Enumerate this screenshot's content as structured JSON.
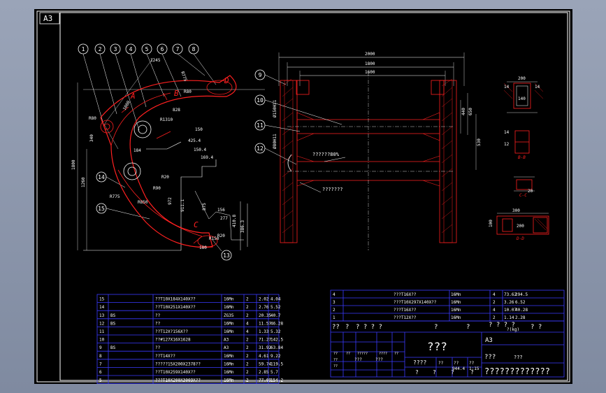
{
  "sheet": {
    "format": "A3"
  },
  "balloons": [
    "1",
    "2",
    "3",
    "4",
    "5",
    "6",
    "7",
    "8",
    "9",
    "10",
    "11",
    "12",
    "13",
    "14",
    "15"
  ],
  "section_letters": [
    "A",
    "B",
    "D",
    "C"
  ],
  "left_view_dims": {
    "d1": "1245",
    "d2": "1000",
    "d3": "828",
    "d4": "425.4",
    "d5": "150.4",
    "d6": "169.4",
    "d7": "340",
    "d8": "184",
    "d9": "1800",
    "d10": "1260",
    "d11": "R775",
    "d12": "R850",
    "d13": "972",
    "d14": "911.1",
    "d15": "875",
    "d16": "156",
    "d17": "277",
    "d18": "410.8",
    "d19": "386.3",
    "d20": "R80",
    "d21": "180",
    "d22": "R150",
    "d23": "R20",
    "d24": "R80",
    "d25": "150",
    "d26": "R90",
    "d27": "R20",
    "d28": "R775",
    "d29": "R1310"
  },
  "front_view_dims": {
    "d1": "2000",
    "d2": "1800",
    "d3": "1600",
    "d4": "Ø150H11",
    "d5": "Ø80H11",
    "d6": "440",
    "d7": "650",
    "d8": "530"
  },
  "front_notes": {
    "n1": "??????80%",
    "n2": "???????"
  },
  "sections": {
    "s1": {
      "w": "200",
      "t1": "14",
      "t2": "14",
      "h": "140"
    },
    "s2": {
      "t1": "14",
      "t2": "12",
      "cut": "B-B"
    },
    "s3": {
      "t1": "20",
      "cut": "C-C"
    },
    "s4": {
      "w": "300",
      "h": "200",
      "t1": "100",
      "cut": "D-D"
    }
  },
  "bom_left": [
    {
      "no": "15",
      "code": "",
      "name": "??T10X184X140X??",
      "mat": "16Mn",
      "qty": "2",
      "w1": "2.02",
      "w2": "4.04"
    },
    {
      "no": "14",
      "code": "",
      "name": "??T10X251X140X??",
      "mat": "16Mn",
      "qty": "2",
      "w1": "2.76",
      "w2": "5.52"
    },
    {
      "no": "13",
      "code": "BS",
      "name": "??",
      "mat": "ZG35",
      "qty": "2",
      "w1": "20.35",
      "w2": "40.7"
    },
    {
      "no": "12",
      "code": "BS",
      "name": "??",
      "mat": "16Mn",
      "qty": "4",
      "w1": "11.57",
      "w2": "46.28"
    },
    {
      "no": "11",
      "code": "",
      "name": "??T12X?156X??",
      "mat": "16Mn",
      "qty": "4",
      "w1": "1.33",
      "w2": "5.32"
    },
    {
      "no": "10",
      "code": "",
      "name": "??#127X16X1628",
      "mat": "A3",
      "qty": "2",
      "w1": "71.27",
      "w2": "142.5"
    },
    {
      "no": "9",
      "code": "BS",
      "name": "??",
      "mat": "A3",
      "qty": "2",
      "w1": "31.92",
      "w2": "63.84"
    },
    {
      "no": "8",
      "code": "",
      "name": "??T14X??",
      "mat": "16Mn",
      "qty": "2",
      "w1": "4.61",
      "w2": "9.22"
    },
    {
      "no": "7",
      "code": "",
      "name": "?????15X200X2378??",
      "mat": "16Mn",
      "qty": "2",
      "w1": "59.74",
      "w2": "119.5"
    },
    {
      "no": "6",
      "code": "",
      "name": "??T10X259X140X??",
      "mat": "16Mn",
      "qty": "2",
      "w1": "2.85",
      "w2": "5.7"
    },
    {
      "no": "5",
      "code": "",
      "name": "???T10X200X3009X??",
      "mat": "16Mn",
      "qty": "2",
      "w1": "77.09",
      "w2": "154.2"
    }
  ],
  "bom_right": [
    {
      "no": "4",
      "name": "???T16X??",
      "mat": "16Mn",
      "qty": "4",
      "w1": "73.62",
      "w2": "294.5"
    },
    {
      "no": "3",
      "name": "???T10X297X140X??",
      "mat": "16Mn",
      "qty": "2",
      "w1": "3.26",
      "w2": "6.52"
    },
    {
      "no": "2",
      "name": "???T16X??",
      "mat": "16Mn",
      "qty": "4",
      "w1": "10.07",
      "w2": "40.28"
    },
    {
      "no": "1",
      "name": "???T12X??",
      "mat": "16Mn",
      "qty": "2",
      "w1": "1.14",
      "w2": "2.28"
    }
  ],
  "bom_header": {
    "h_no": "??",
    "h_code": "?",
    "h_name": "? ? ? ?",
    "h_mat": "?",
    "h_qty": "?",
    "h_w": "? ? ? ?",
    "h_unit": "?(kg)",
    "h_note": "? ?"
  },
  "title_block": {
    "title": "???",
    "material": "A3",
    "scale_label": "???",
    "scale_label2": "???",
    "weight": "944.4",
    "scale": "1:15",
    "company": "?????????????",
    "q1": "????",
    "q2": "??",
    "q3": "??",
    "q4": "??",
    "r1": "??",
    "r2": "??",
    "r3": "?????",
    "r4": "????",
    "r5": "??",
    "r6": "??",
    "r7": "???",
    "r8": "???",
    "r9": "??",
    "b1": "?",
    "b2": "?",
    "b3": "?",
    "b4": "?"
  }
}
